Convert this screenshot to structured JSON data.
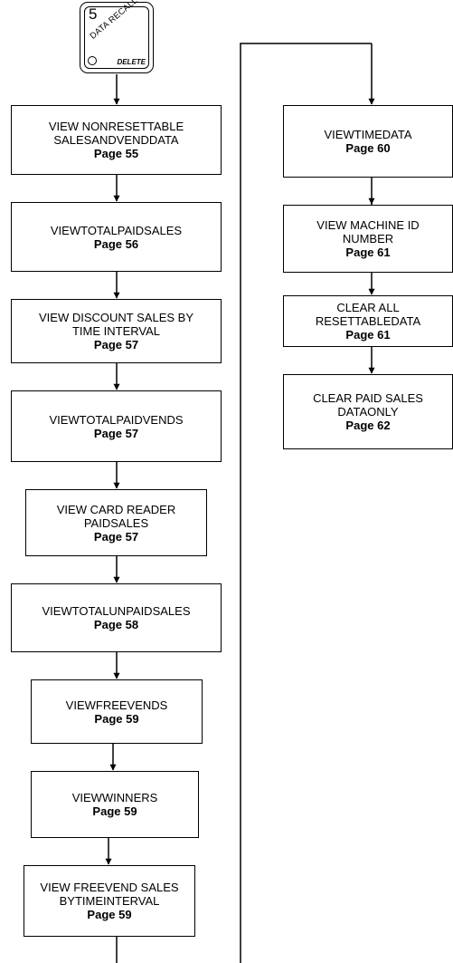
{
  "key": {
    "number": "5",
    "label": "DATA RECALL",
    "sublabel": "DELETE"
  },
  "left_column": [
    {
      "lines": [
        "VIEW NONRESETTABLE",
        "SALESANDVENDDATA"
      ],
      "page": "Page 55"
    },
    {
      "lines": [
        "VIEWTOTALPAIDSALES"
      ],
      "page": "Page 56"
    },
    {
      "lines": [
        "VIEW DISCOUNT SALES BY",
        "TIME INTERVAL"
      ],
      "page": "Page 57"
    },
    {
      "lines": [
        "VIEWTOTALPAIDVENDS"
      ],
      "page": "Page 57"
    },
    {
      "lines": [
        "VIEW CARD READER",
        "PAIDSALES"
      ],
      "page": "Page 57"
    },
    {
      "lines": [
        "VIEWTOTALUNPAIDSALES"
      ],
      "page": "Page 58"
    },
    {
      "lines": [
        "VIEWFREEVENDS"
      ],
      "page": "Page 59"
    },
    {
      "lines": [
        "VIEWWINNERS"
      ],
      "page": "Page 59"
    },
    {
      "lines": [
        "VIEW FREEVEND SALES",
        "BYTIMEINTERVAL"
      ],
      "page": "Page 59"
    }
  ],
  "right_column": [
    {
      "lines": [
        "VIEWTIMEDATA"
      ],
      "page": "Page 60"
    },
    {
      "lines": [
        "VIEW MACHINE ID",
        "NUMBER"
      ],
      "page": "Page 61"
    },
    {
      "lines": [
        "CLEAR ALL",
        "RESETTABLEDATA"
      ],
      "page": "Page 61"
    },
    {
      "lines": [
        "CLEAR PAID SALES",
        "DATAONLY"
      ],
      "page": "Page 62"
    }
  ]
}
